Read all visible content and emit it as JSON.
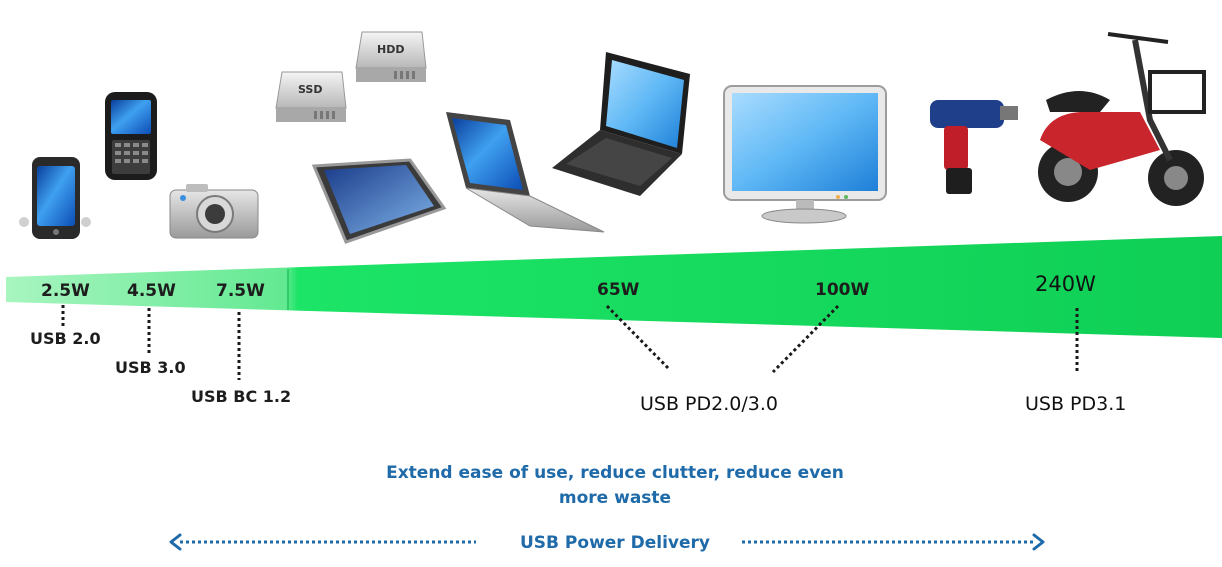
{
  "tiers": {
    "w_2_5": "2.5W",
    "w_4_5": "4.5W",
    "w_7_5": "7.5W",
    "w_65": "65W",
    "w_100": "100W",
    "w_240": "240W"
  },
  "standards": {
    "usb20": "USB 2.0",
    "usb30": "USB 3.0",
    "usbbc12": "USB BC 1.2",
    "usbpd23": "USB PD2.0/3.0",
    "usbpd31": "USB PD3.1"
  },
  "drives": {
    "hdd": "HDD",
    "ssd": "SSD"
  },
  "tagline": {
    "line1": "Extend ease of use, reduce clutter, reduce even",
    "line2": "more waste"
  },
  "pd_label": "USB Power Delivery",
  "colors": {
    "bar_light": "#a8f5c0",
    "bar_main": "#16e060",
    "bar_dark": "#0fcf55",
    "accent_blue": "#1f6aa8",
    "dots": "#1a1a1a"
  }
}
